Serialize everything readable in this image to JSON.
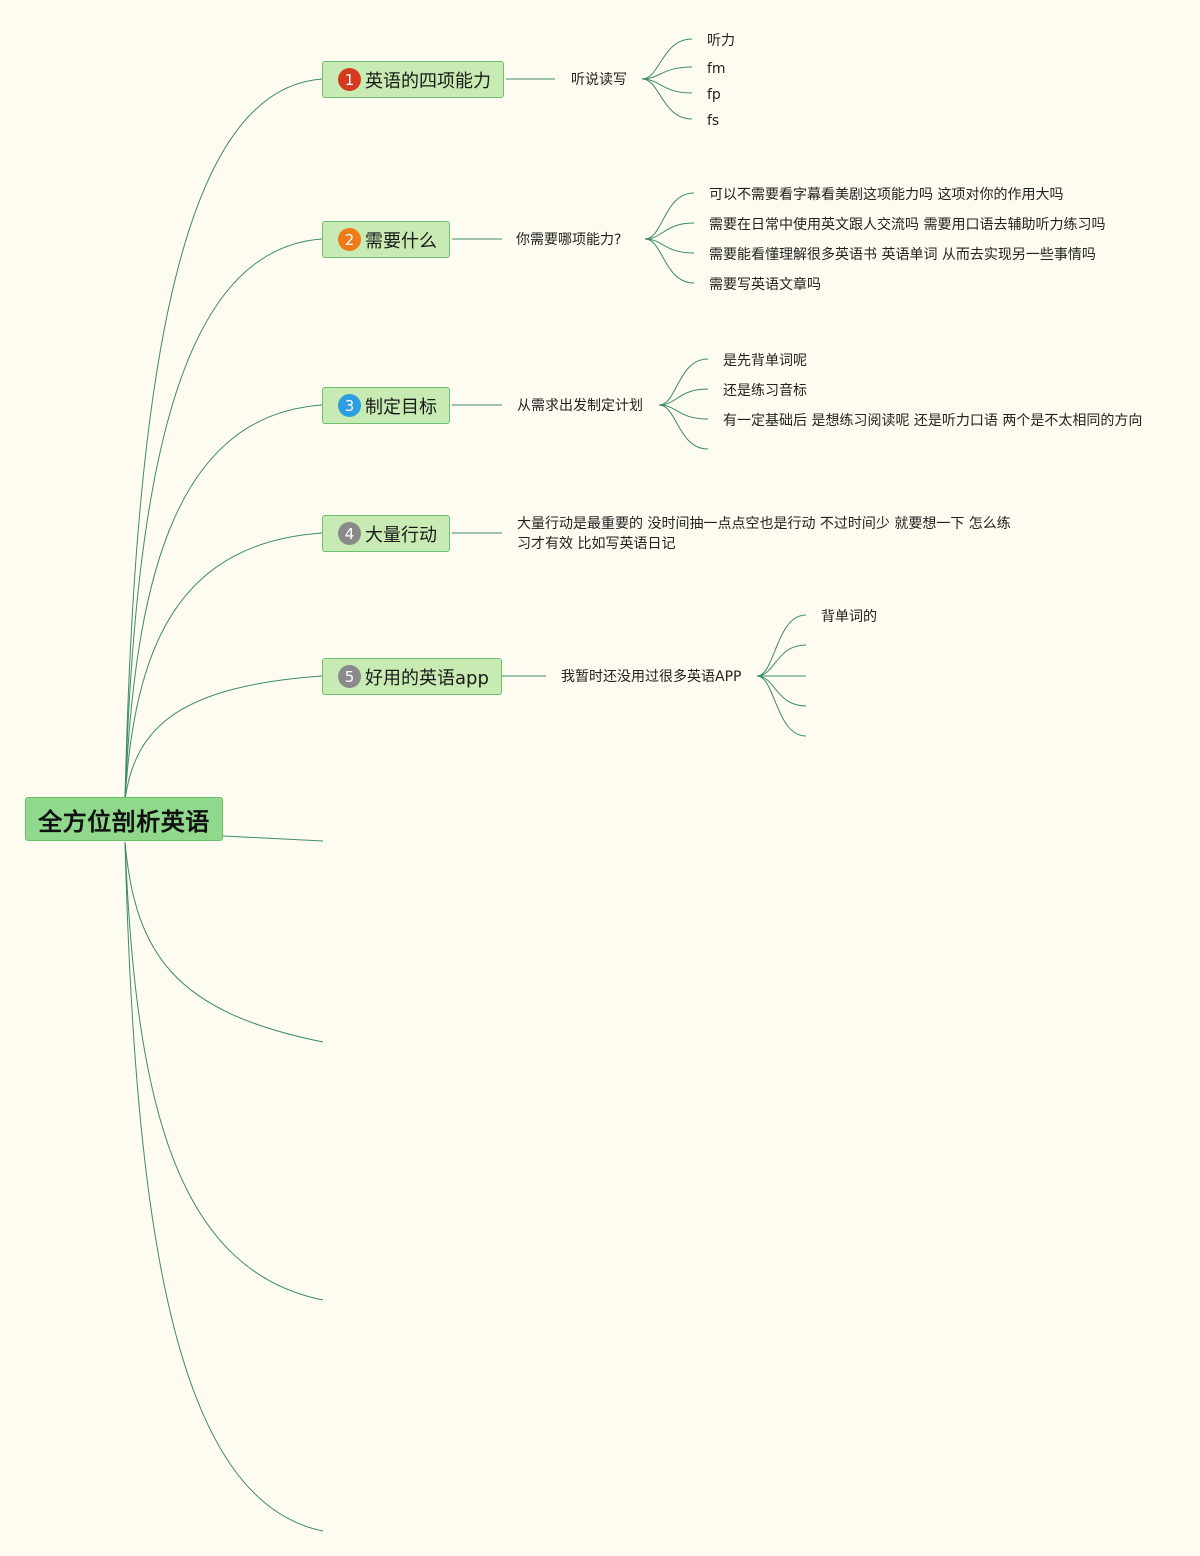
{
  "root": {
    "label": "全方位剖析英语"
  },
  "branches": [
    {
      "number": "1",
      "badge_color": "#d63a1e",
      "label": "英语的四项能力",
      "sub": "听说读写",
      "leaves": [
        "听力",
        "fm",
        "fp",
        "fs"
      ]
    },
    {
      "number": "2",
      "badge_color": "#ef7a1a",
      "label": "需要什么",
      "sub": "你需要哪项能力?",
      "leaves": [
        "可以不需要看字幕看美剧这项能力吗 这项对你的作用大吗",
        "需要在日常中使用英文跟人交流吗 需要用口语去辅助听力练习吗",
        "需要能看懂理解很多英语书 英语单词 从而去实现另一些事情吗",
        "需要写英语文章吗"
      ]
    },
    {
      "number": "3",
      "badge_color": "#2d9fe0",
      "label": "制定目标",
      "sub": "从需求出发制定计划",
      "leaves": [
        "是先背单词呢",
        "还是练习音标",
        "有一定基础后 是想练习阅读呢 还是听力口语 两个是不太相同的方向",
        ""
      ]
    },
    {
      "number": "4",
      "badge_color": "#8a8a8a",
      "label": "大量行动",
      "sub": "大量行动是最重要的 没时间抽一点点空也是行动 不过时间少 就要想一下 怎么练习才有效 比如写英语日记",
      "leaves": []
    },
    {
      "number": "5",
      "badge_color": "#8a8a8a",
      "label": "好用的英语app",
      "sub": "我暂时还没用过很多英语APP",
      "leaves": [
        "背单词的",
        "",
        "",
        "",
        ""
      ]
    }
  ],
  "colors": {
    "background": "#fefcf0",
    "line": "#3d8a6e",
    "node_fill": "#c7ebb3",
    "root_fill": "#8fd88c"
  }
}
